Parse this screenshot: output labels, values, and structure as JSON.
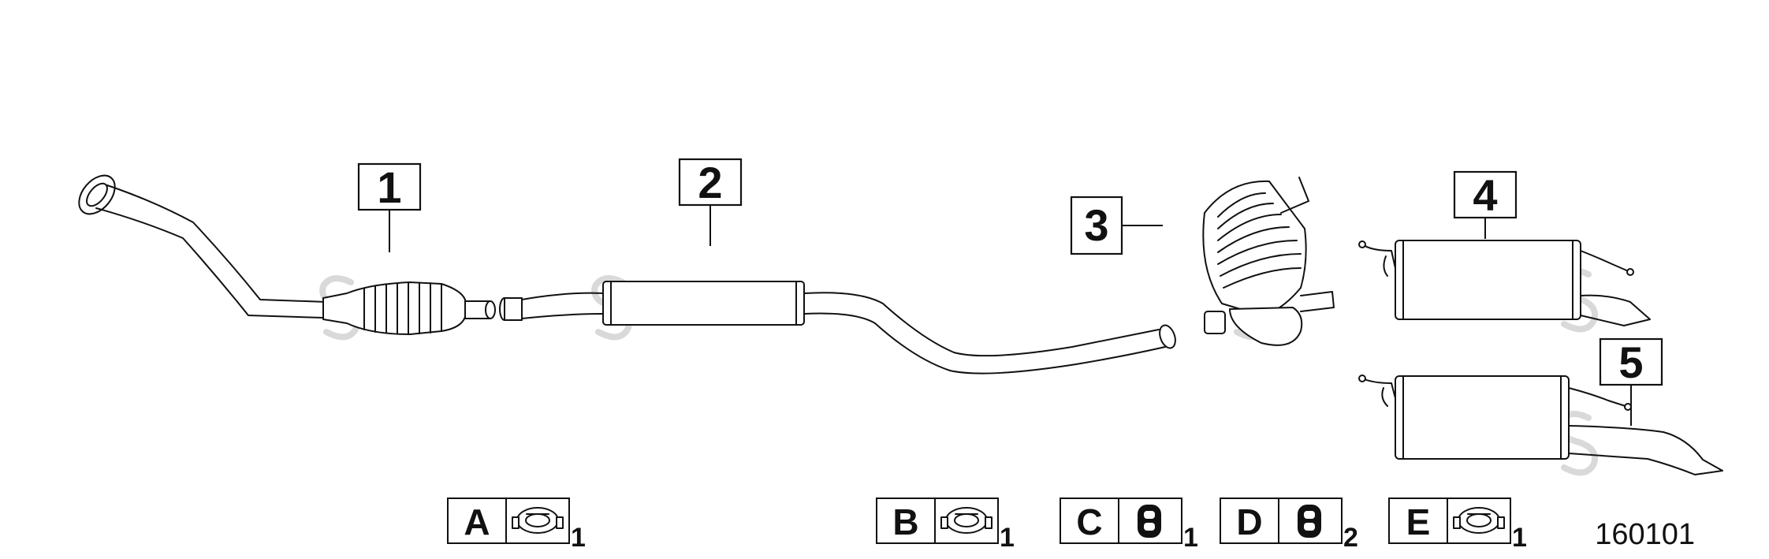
{
  "callouts": [
    {
      "id": "1"
    },
    {
      "id": "2"
    },
    {
      "id": "3"
    },
    {
      "id": "4"
    },
    {
      "id": "5"
    }
  ],
  "legend": [
    {
      "letter": "A",
      "qty": "1",
      "icon": "pipe-clamp-icon"
    },
    {
      "letter": "B",
      "qty": "1",
      "icon": "pipe-clamp-icon"
    },
    {
      "letter": "C",
      "qty": "1",
      "icon": "rubber-hanger-icon"
    },
    {
      "letter": "D",
      "qty": "2",
      "icon": "rubber-hanger-icon"
    },
    {
      "letter": "E",
      "qty": "1",
      "icon": "pipe-clamp-icon"
    }
  ],
  "diagram_code": "160101"
}
